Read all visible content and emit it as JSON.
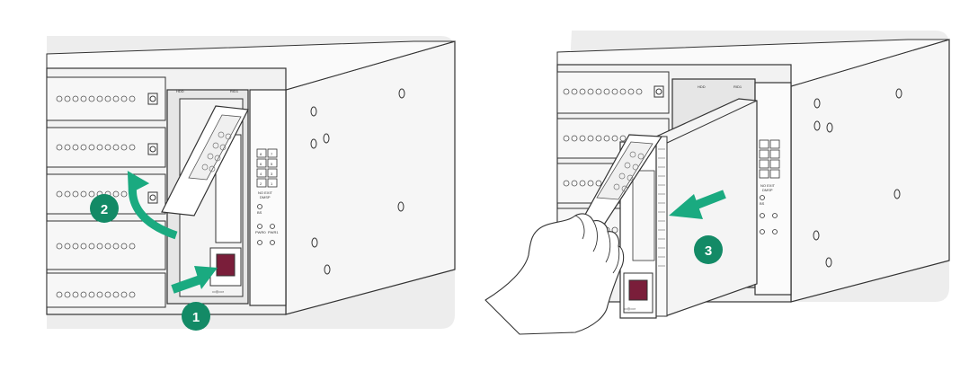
{
  "steps": [
    {
      "number": "1",
      "action": "press-release-button"
    },
    {
      "number": "2",
      "action": "open-handle"
    },
    {
      "number": "3",
      "action": "pull-drive-out"
    }
  ],
  "panel_labels": {
    "hdd": "HDD",
    "rid1": "RID1",
    "no_exit": "NO EXIT",
    "dmsp": "DMSP",
    "bs": "BS",
    "pwr0": "PWR0",
    "pwr1": "PWR1"
  },
  "led_grid": [
    "8",
    "7",
    "6",
    "5",
    "4",
    "3",
    "2",
    "1"
  ],
  "colors": {
    "accent_green": "#1aaa80",
    "step_badge": "#138a66",
    "latch_red": "#7a1e3a",
    "line": "#333333",
    "chassis_fill": "#f3f3f3",
    "hand_fill": "#ffffff"
  }
}
